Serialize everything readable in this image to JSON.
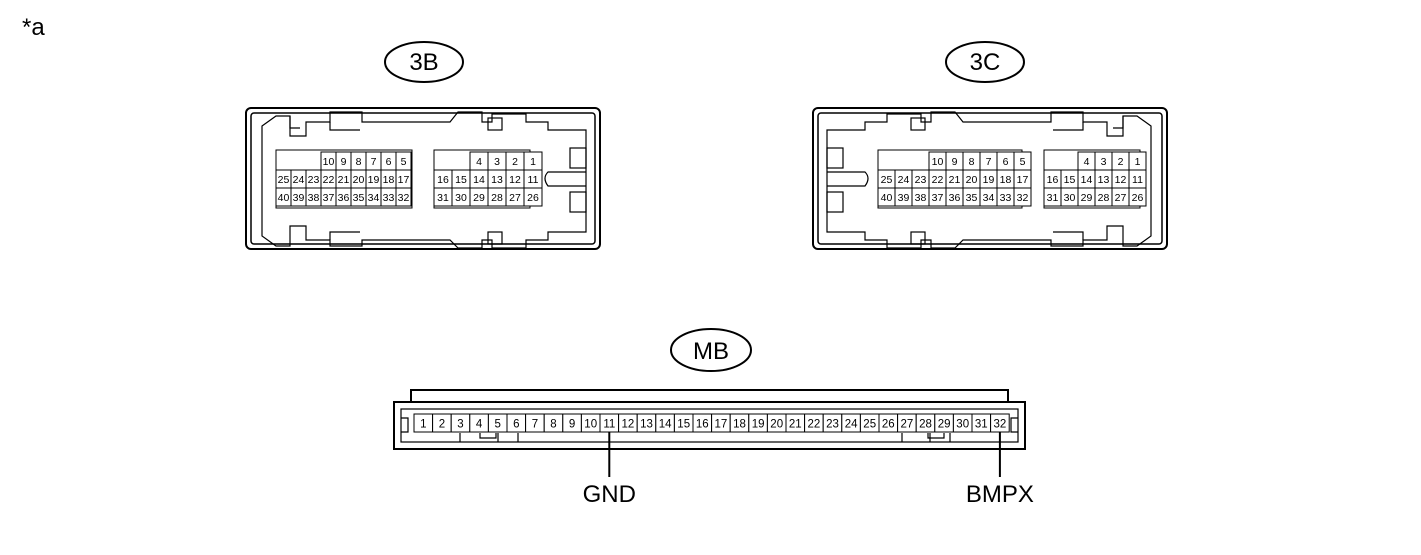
{
  "figure_label": "*a",
  "connectors": [
    {
      "label": "3B",
      "groups": [
        {
          "rows": [
            [
              "10",
              "9",
              "8",
              "7",
              "6",
              "5"
            ],
            [
              "25",
              "24",
              "23",
              "22",
              "21",
              "20",
              "19",
              "18",
              "17"
            ],
            [
              "40",
              "39",
              "38",
              "37",
              "36",
              "35",
              "34",
              "33",
              "32"
            ]
          ]
        },
        {
          "rows": [
            [
              "4",
              "3",
              "2",
              "1"
            ],
            [
              "16",
              "15",
              "14",
              "13",
              "12",
              "11"
            ],
            [
              "31",
              "30",
              "29",
              "28",
              "27",
              "26"
            ]
          ]
        }
      ]
    },
    {
      "label": "3C",
      "groups": [
        {
          "rows": [
            [
              "10",
              "9",
              "8",
              "7",
              "6",
              "5"
            ],
            [
              "25",
              "24",
              "23",
              "22",
              "21",
              "20",
              "19",
              "18",
              "17"
            ],
            [
              "40",
              "39",
              "38",
              "37",
              "36",
              "35",
              "34",
              "33",
              "32"
            ]
          ]
        },
        {
          "rows": [
            [
              "4",
              "3",
              "2",
              "1"
            ],
            [
              "16",
              "15",
              "14",
              "13",
              "12",
              "11"
            ],
            [
              "31",
              "30",
              "29",
              "28",
              "27",
              "26"
            ]
          ]
        }
      ]
    },
    {
      "label": "MB",
      "pins": [
        "1",
        "2",
        "3",
        "4",
        "5",
        "6",
        "7",
        "8",
        "9",
        "10",
        "11",
        "12",
        "13",
        "14",
        "15",
        "16",
        "17",
        "18",
        "19",
        "20",
        "21",
        "22",
        "23",
        "24",
        "25",
        "26",
        "27",
        "28",
        "29",
        "30",
        "31",
        "32"
      ],
      "callouts": [
        {
          "pin": "11",
          "signal": "GND"
        },
        {
          "pin": "32",
          "signal": "BMPX"
        }
      ]
    }
  ]
}
